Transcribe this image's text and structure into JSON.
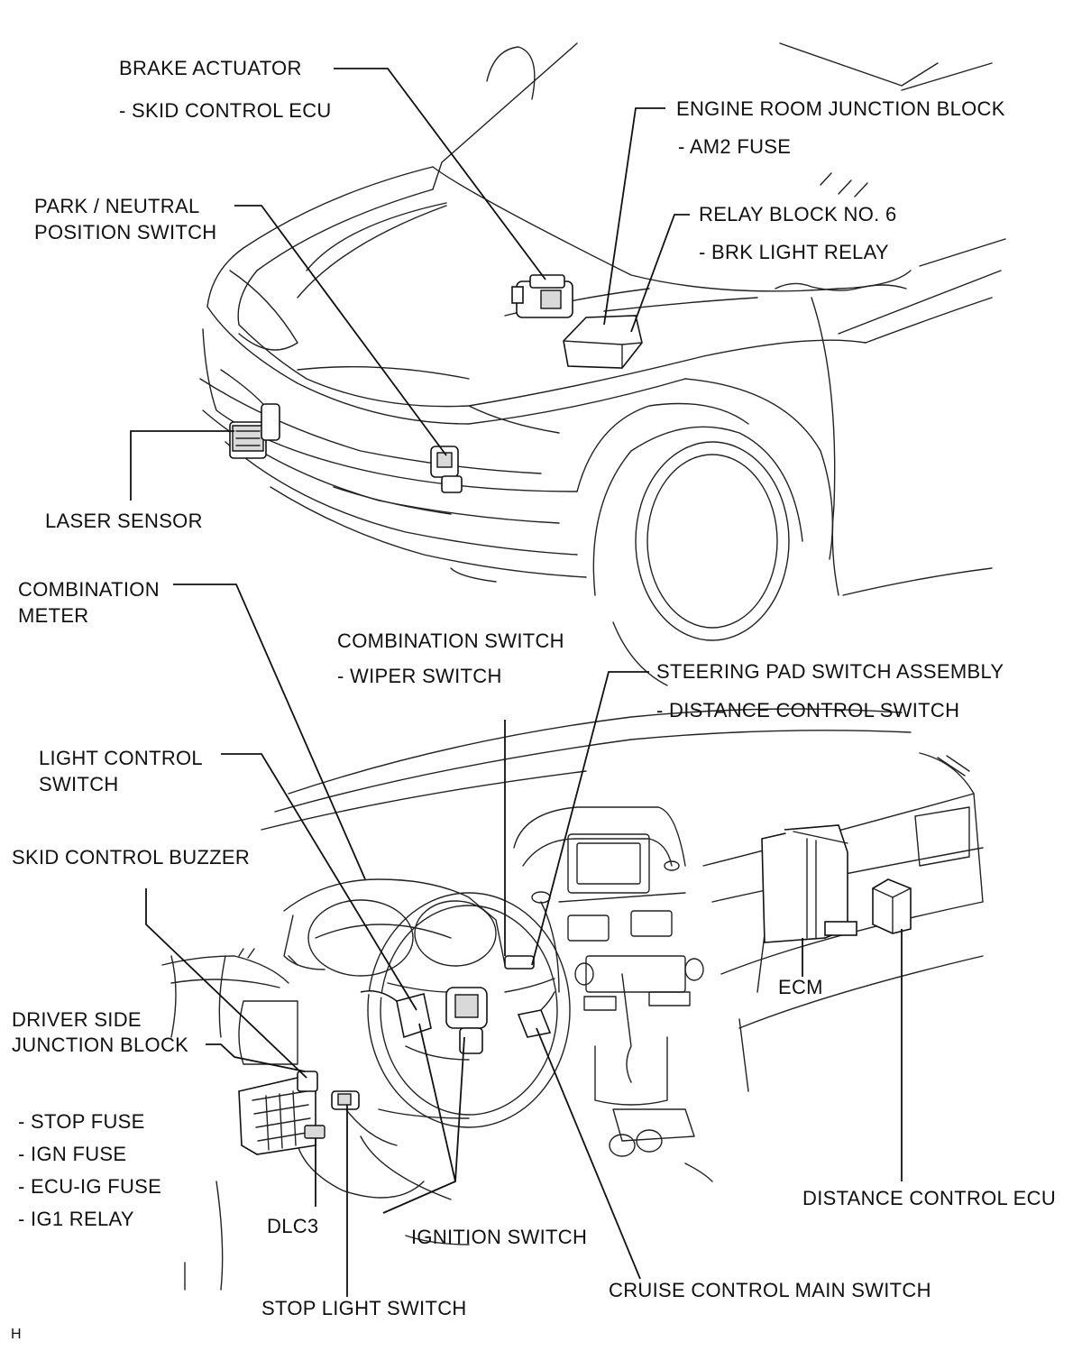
{
  "labels": {
    "brake_actuator": "BRAKE ACTUATOR",
    "skid_control_ecu": "-  SKID CONTROL ECU",
    "engine_room_jb": "ENGINE ROOM JUNCTION BLOCK",
    "am2_fuse": "-  AM2 FUSE",
    "relay_block_6": "RELAY BLOCK NO. 6",
    "brk_light_relay": "-  BRK LIGHT RELAY",
    "pn_switch_1": "PARK / NEUTRAL",
    "pn_switch_2": "POSITION SWITCH",
    "laser_sensor": "LASER SENSOR",
    "combination_meter_1": "COMBINATION",
    "combination_meter_2": "METER",
    "combination_switch": "COMBINATION SWITCH",
    "wiper_switch": "-   WIPER SWITCH",
    "steering_pad": "STEERING PAD SWITCH ASSEMBLY",
    "distance_control_switch": "-  DISTANCE CONTROL SWITCH",
    "light_control_1": "LIGHT CONTROL",
    "light_control_2": "SWITCH",
    "skid_buzzer": "SKID CONTROL BUZZER",
    "driver_jb_1": "DRIVER SIDE",
    "driver_jb_2": "JUNCTION BLOCK",
    "stop_fuse": "-  STOP FUSE",
    "ign_fuse": "-  IGN FUSE",
    "ecu_ig_fuse": "-  ECU-IG FUSE",
    "ig1_relay": "-  IG1 RELAY",
    "dlc3": "DLC3",
    "ignition_switch": "IGNITION SWITCH",
    "stop_light_switch": "STOP LIGHT SWITCH",
    "cruise_main_switch": "CRUISE CONTROL MAIN SWITCH",
    "ecm": "ECM",
    "distance_control_ecu": "DISTANCE CONTROL ECU",
    "figure_code": "H"
  }
}
